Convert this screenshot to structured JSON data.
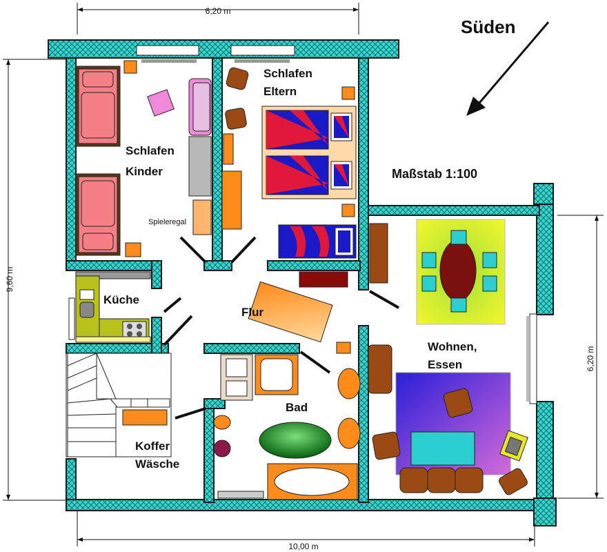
{
  "compass": {
    "label": "Süden"
  },
  "scale": {
    "label": "Maßstab 1:100"
  },
  "dimensions": {
    "top": "6,20 m",
    "left": "9,60 m",
    "right": "6,20 m",
    "bottom": "10,00 m"
  },
  "rooms": {
    "kinder_line1": "Schlafen",
    "kinder_line2": "Kinder",
    "eltern_line1": "Schlafen",
    "eltern_line2": "Eltern",
    "kueche": "Küche",
    "flur": "Flur",
    "bad": "Bad",
    "wohnen_line1": "Wohnen,",
    "wohnen_line2": "Essen",
    "koffer_line1": "Koffer",
    "koffer_line2": "Wäsche",
    "spieleregal": "Spieleregal"
  },
  "colors": {
    "wall": "#33d6d0",
    "bed": "#f47f86",
    "furniture_orange": "#ff8c1a",
    "wood": "#9a4a12",
    "bedspread_blue": "#1a1ac8",
    "bedspread_red": "#e0183a",
    "kitchen": "#b8c21a",
    "living_rug": "#3b2fe0",
    "dining_rug": "#e8f22a",
    "table": "#7a1010",
    "chair": "#2bcfd0",
    "bathtub_green": "#0b8a1a"
  }
}
